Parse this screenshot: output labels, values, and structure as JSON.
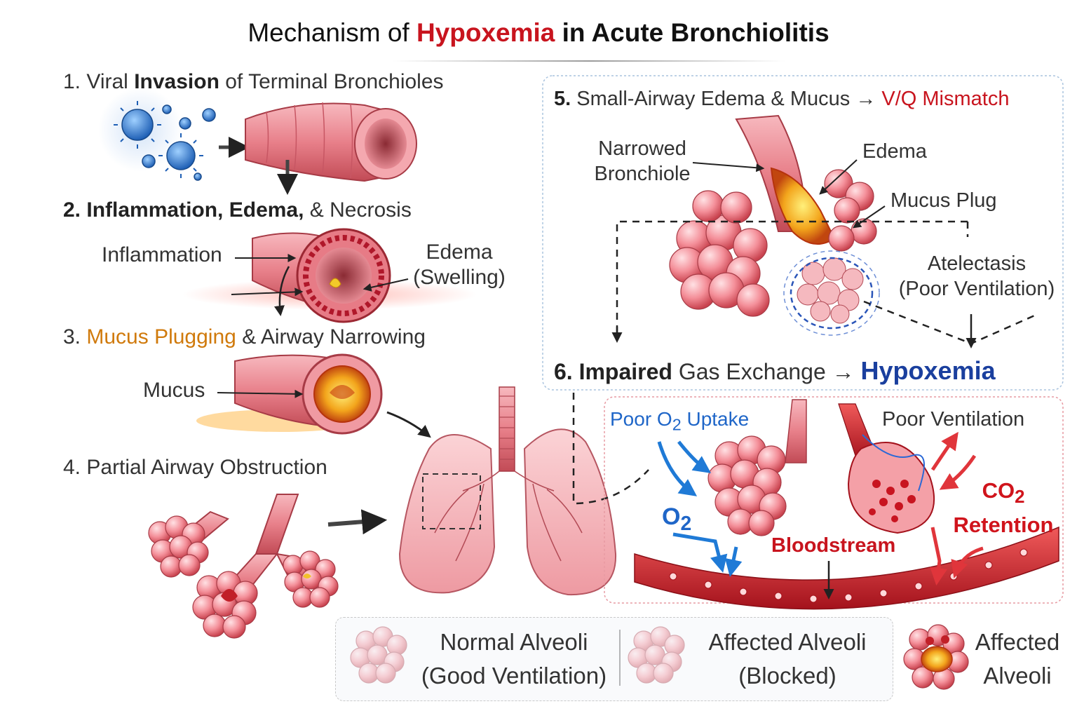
{
  "title": {
    "prefix": "Mechanism of",
    "highlight": "Hypoxemia",
    "suffix": "in Acute Bronchiolitis"
  },
  "steps": {
    "s1": {
      "num": "1.",
      "a": "Viral",
      "b": "Invasion",
      "c": "of Terminal Bronchioles"
    },
    "s2": {
      "num": "2.",
      "a": "Inflammation,",
      "b": "Edema,",
      "c": "& Necrosis"
    },
    "s3": {
      "num": "3.",
      "a": "Mucus Plugging",
      "c": "& Airway Narrowing"
    },
    "s4": {
      "num": "4.",
      "a": "Partial Airway Obstruction"
    },
    "s5": {
      "num": "5.",
      "a": "Small-Airway Edema & Mucus",
      "arrow": "→",
      "b": "V/Q Mismatch"
    },
    "s6": {
      "num": "6.",
      "a": "Impaired",
      "b": "Gas Exchange",
      "arrow": "→",
      "c": "Hypoxemia"
    }
  },
  "labels": {
    "inflammation": "Inflammation",
    "edema_1": "Edema",
    "edema_2": "(Swelling)",
    "mucus": "Mucus",
    "narrowed_1": "Narrowed",
    "narrowed_2": "Bronchiole",
    "edema5": "Edema",
    "mucus_plug": "Mucus Plug",
    "atelectasis_1": "Atelectasis",
    "atelectasis_2": "(Poor Ventilation)",
    "poor_o2_a": "Poor O",
    "poor_o2_sub": "2",
    "poor_o2_b": "Uptake",
    "poor_ventilation": "Poor Ventilation",
    "o2": "O",
    "o2_sub": "2",
    "co2": "CO",
    "co2_sub": "2",
    "retention": "Retention",
    "bloodstream": "Bloodstream"
  },
  "legend": {
    "normal_1": "Normal Alveoli",
    "normal_2": "(Good Ventilation)",
    "affected_1": "Affected Alveoli",
    "affected_2": "(Blocked)",
    "affected3_1": "Affected",
    "affected3_2": "Alveoli"
  },
  "colors": {
    "accent_red": "#c8141e",
    "accent_blue": "#1e4fa8",
    "accent_orange": "#d07a0c",
    "tissue": "#f08a92"
  }
}
